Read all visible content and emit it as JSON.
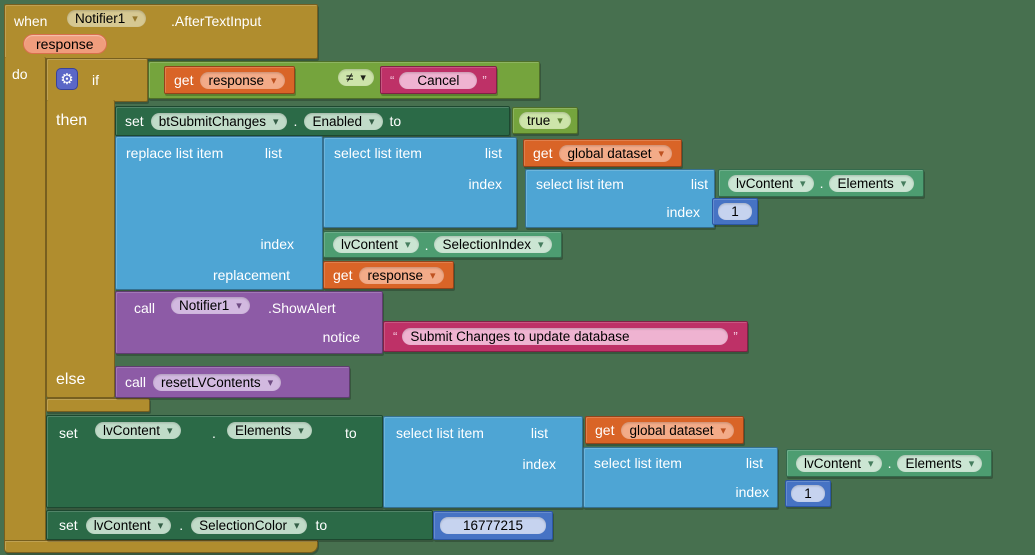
{
  "colors": {
    "canvas_bg": "#47704f",
    "event_gold": "#b08d2e",
    "lists_blue": "#4ea5d4",
    "variables_orange": "#d96427",
    "text_magenta": "#be3167",
    "logic_green": "#75a43d",
    "component_set_green": "#2b6a47",
    "component_get_green": "#4d9d71",
    "procedures_purple": "#8d5ba6",
    "math_blue": "#4673c4",
    "mutator_indigo": "#5b67c7"
  },
  "when_block": {
    "keyword": "when",
    "component": "Notifier1",
    "event": ".AfterTextInput",
    "param": "response",
    "do_label": "do"
  },
  "if_block": {
    "if_label": "if",
    "then_label": "then",
    "else_label": "else"
  },
  "condition": {
    "get_label": "get",
    "variable": "response",
    "operator": "≠",
    "open_quote": "“",
    "close_quote": "”",
    "text": "Cancel"
  },
  "set_enabled": {
    "set_label": "set",
    "component": "btSubmitChanges",
    "dot": ".",
    "property": "Enabled",
    "to_label": "to",
    "value": "true"
  },
  "replace_block": {
    "label": "replace list item",
    "list_label": "list",
    "index_label": "index",
    "replacement_label": "replacement"
  },
  "select_item_1": {
    "label": "select list item",
    "list_label": "list",
    "index_label": "index"
  },
  "get_dataset_1": {
    "get_label": "get",
    "variable": "global dataset"
  },
  "select_item_2": {
    "label": "select list item",
    "list_label": "list",
    "index_label": "index"
  },
  "lv_elements_1": {
    "component": "lvContent",
    "dot": ".",
    "property": "Elements"
  },
  "number_1a": "1",
  "lv_selection_index": {
    "component": "lvContent",
    "dot": ".",
    "property": "SelectionIndex"
  },
  "get_response_2": {
    "get_label": "get",
    "variable": "response"
  },
  "show_alert": {
    "call_label": "call",
    "component": "Notifier1",
    "method": ".ShowAlert",
    "notice_label": "notice",
    "open_quote": "“",
    "close_quote": "”",
    "text": "Submit Changes to update database"
  },
  "call_reset": {
    "call_label": "call",
    "procedure": "resetLVContents"
  },
  "set_elements": {
    "set_label": "set",
    "component": "lvContent",
    "dot": ".",
    "property": "Elements",
    "to_label": "to"
  },
  "select_item_3": {
    "label": "select list item",
    "list_label": "list",
    "index_label": "index"
  },
  "get_dataset_2": {
    "get_label": "get",
    "variable": "global dataset"
  },
  "select_item_4": {
    "label": "select list item",
    "list_label": "list",
    "index_label": "index"
  },
  "lv_elements_2": {
    "component": "lvContent",
    "dot": ".",
    "property": "Elements"
  },
  "number_1b": "1",
  "set_selection_color": {
    "set_label": "set",
    "component": "lvContent",
    "dot": ".",
    "property": "SelectionColor",
    "to_label": "to",
    "value": "16777215"
  }
}
